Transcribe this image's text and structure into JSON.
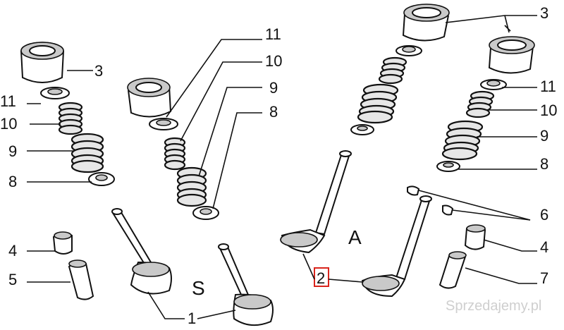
{
  "diagram": {
    "callouts": {
      "tl_3": "3",
      "tl_11": "11",
      "tl_10": "10",
      "tl_9": "9",
      "tl_8": "8",
      "tl_4": "4",
      "tl_5": "5",
      "bottom_1": "1",
      "mid_11": "11",
      "mid_10": "10",
      "mid_9": "9",
      "mid_8": "8",
      "tr_3": "3",
      "r_11": "11",
      "r_10": "10",
      "r_9": "9",
      "r_8": "8",
      "r_6": "6",
      "r_4": "4",
      "r_7": "7",
      "center_2": "2"
    },
    "section_labels": {
      "intake": "S",
      "exhaust": "A"
    },
    "watermark": "Sprzedajemy.pl",
    "colors": {
      "highlight_box": "#d9241c",
      "ink": "#111111",
      "watermark": "#cfcfcf"
    }
  }
}
